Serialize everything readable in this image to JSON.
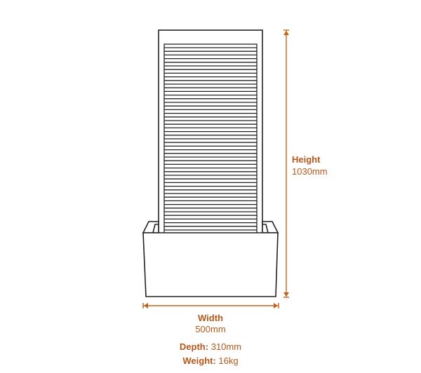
{
  "diagram": {
    "subject": "water-wall-fountain",
    "accent_color": "#c0631d",
    "line_color": "#222222"
  },
  "dimensions": {
    "height": {
      "label": "Height",
      "value": "1030mm"
    },
    "width": {
      "label": "Width",
      "value": "500mm"
    },
    "depth": {
      "label": "Depth:",
      "value": "310mm"
    },
    "weight": {
      "label": "Weight:",
      "value": "16kg"
    }
  }
}
